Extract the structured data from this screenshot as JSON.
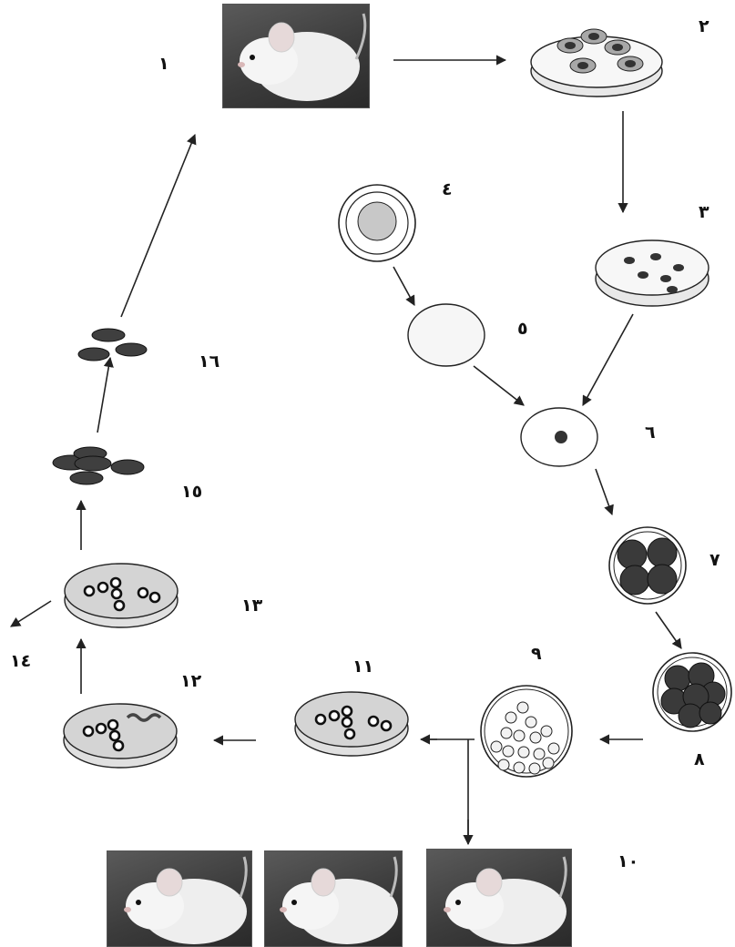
{
  "labels": {
    "s1": "١",
    "s2": "٢",
    "s3": "٣",
    "s4": "٤",
    "s5": "٥",
    "s6": "٦",
    "s7": "٧",
    "s8": "٨",
    "s9": "٩",
    "s10": "١٠",
    "s11": "١١",
    "s12": "١٢",
    "s13": "١٣",
    "s14": "١٤",
    "s15": "١٥",
    "s16": "١٦"
  },
  "icons": {
    "mouse": "white-mouse-photo",
    "dish": "petri-dish",
    "cell": "cell",
    "arrow": "arrow"
  },
  "colors": {
    "stroke": "#222222",
    "dark_cell": "#444444",
    "light_fill": "#f2f2f2",
    "dish_fill": "#e8e8e8"
  }
}
